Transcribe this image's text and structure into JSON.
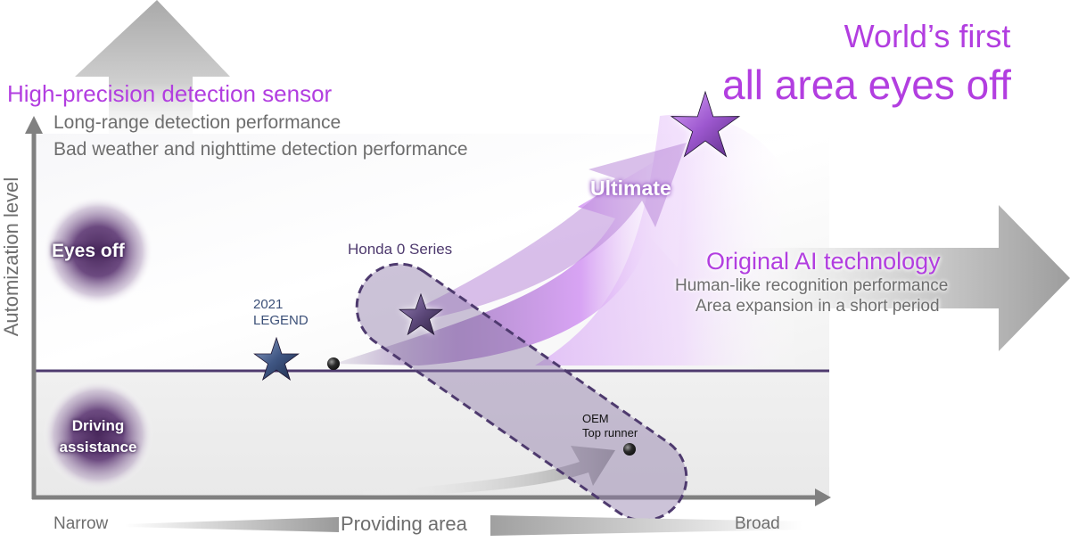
{
  "headline": {
    "line1": "World’s first",
    "line2": "all area eyes off"
  },
  "sensor": {
    "title": "High-precision detection sensor",
    "items": [
      "Long-range detection performance",
      "Bad weather and nighttime detection performance"
    ]
  },
  "ai": {
    "title": "Original AI technology",
    "items": [
      "Human-like recognition performance",
      "Area expansion in a short period"
    ]
  },
  "axes": {
    "y_label": "Automization level",
    "x_label": "Providing area",
    "x_min_label": "Narrow",
    "x_max_label": "Broad"
  },
  "levels": {
    "upper": "Eyes off",
    "lower_line1": "Driving",
    "lower_line2": "assistance"
  },
  "markers": {
    "legend_line1": "2021",
    "legend_line2": "LEGEND",
    "honda_series": "Honda 0 Series",
    "oem_line1": "OEM",
    "oem_line2": "Top runner",
    "ultimate": "Ultimate"
  },
  "colors": {
    "accent_purple": "#b23ee0",
    "dark_purple": "#4e3a6e",
    "legend_blue": "#3c5078",
    "axis_grey": "#808080"
  }
}
